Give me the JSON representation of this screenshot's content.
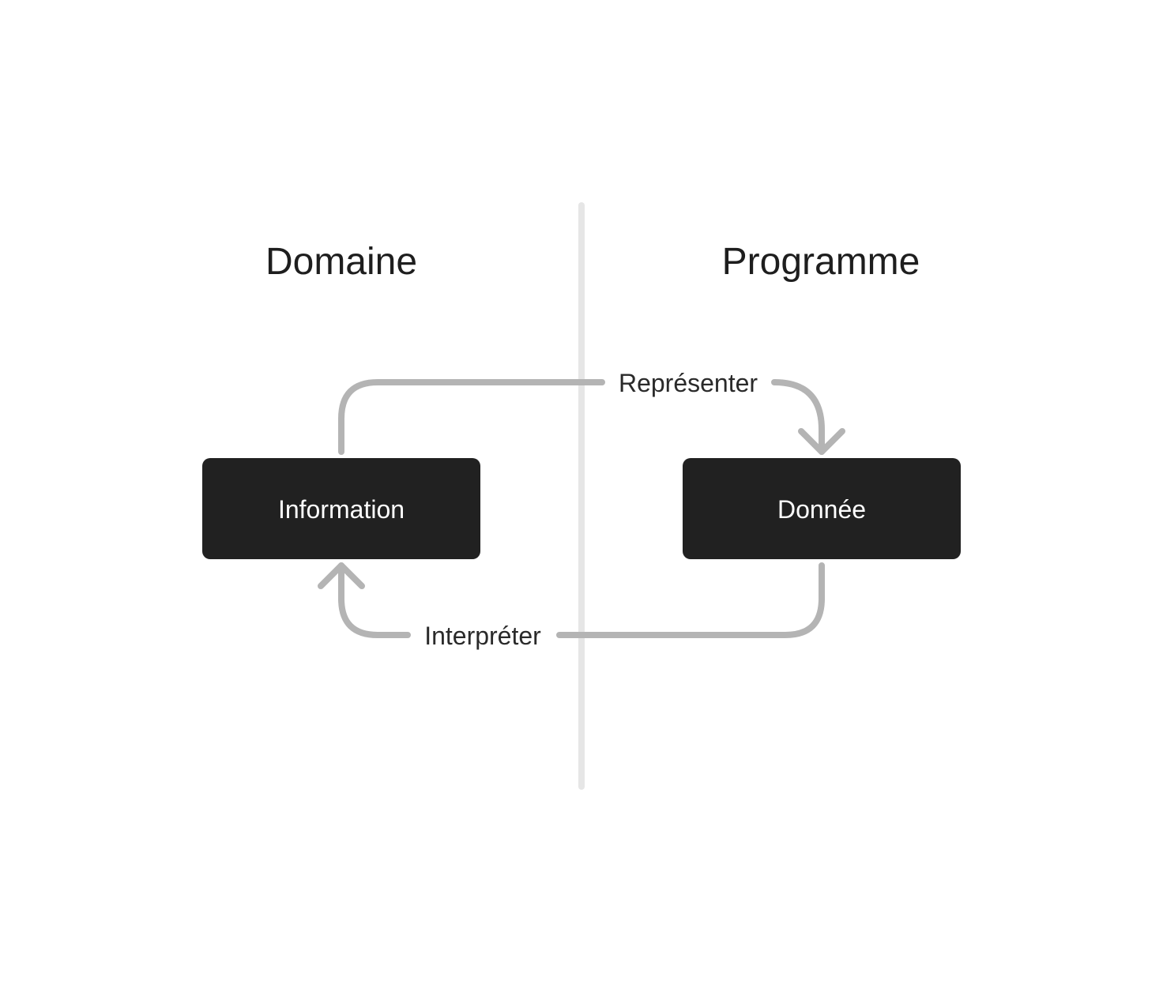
{
  "domains": {
    "left_title": "Domaine",
    "right_title": "Programme"
  },
  "nodes": {
    "information": "Information",
    "donnee": "Donnée"
  },
  "edges": {
    "represent": "Représenter",
    "interpret": "Interpréter"
  },
  "colors": {
    "node_fill": "#212121",
    "node_text": "#ffffff",
    "connector": "#b4b4b4",
    "divider": "#e6e6e6",
    "text": "#1e1e1e"
  }
}
